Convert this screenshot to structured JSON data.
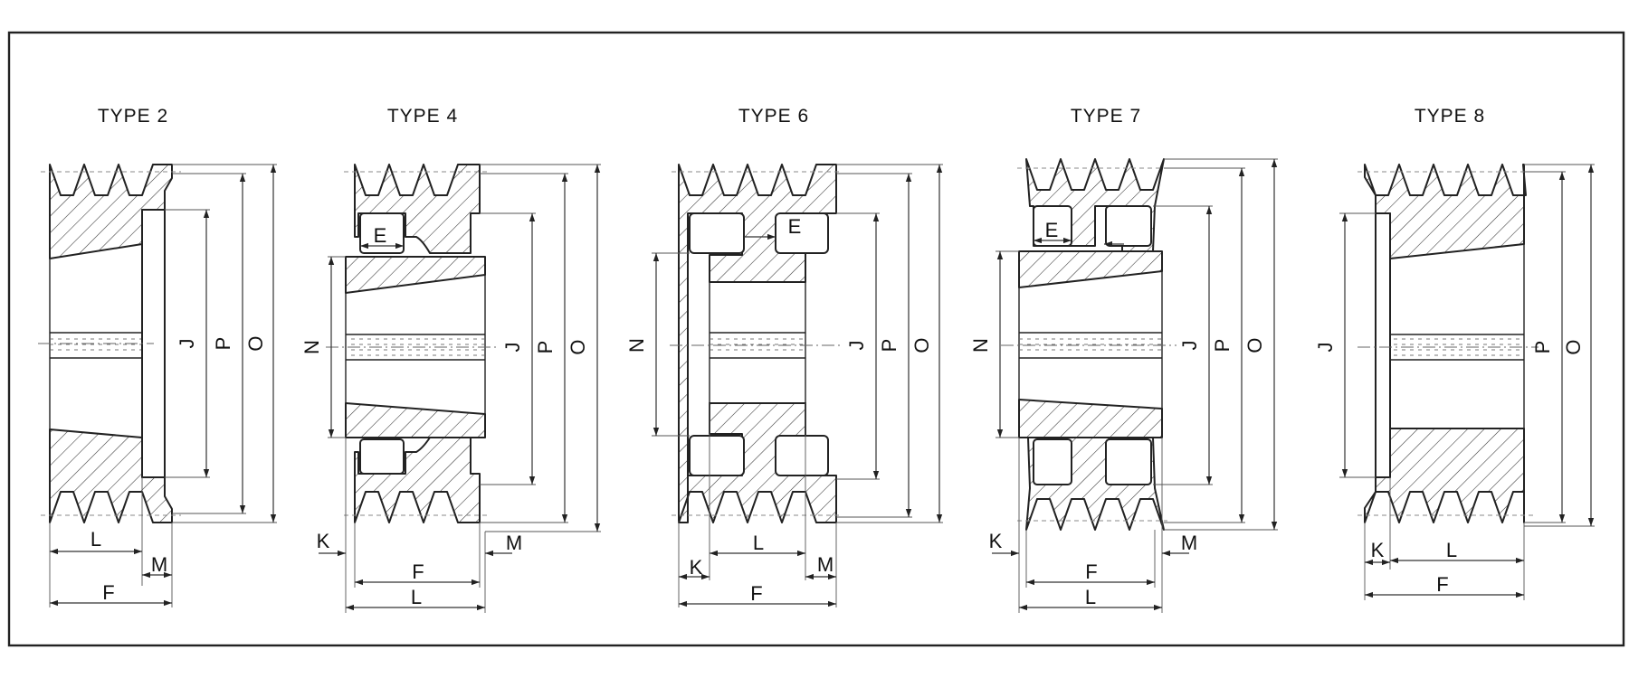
{
  "diagrams": [
    {
      "title": "TYPE 2",
      "labels": {
        "J": "J",
        "P": "P",
        "O": "O",
        "L": "L",
        "M": "M",
        "F": "F"
      }
    },
    {
      "title": "TYPE 4",
      "labels": {
        "E": "E",
        "N": "N",
        "J": "J",
        "P": "P",
        "O": "O",
        "K": "K",
        "M": "M",
        "F": "F",
        "L": "L"
      }
    },
    {
      "title": "TYPE 6",
      "labels": {
        "E": "E",
        "N": "N",
        "J": "J",
        "P": "P",
        "O": "O",
        "L": "L",
        "K": "K",
        "M": "M",
        "F": "F"
      }
    },
    {
      "title": "TYPE 7",
      "labels": {
        "E": "E",
        "N": "N",
        "J": "J",
        "P": "P",
        "O": "O",
        "K": "K",
        "M": "M",
        "F": "F",
        "L": "L"
      }
    },
    {
      "title": "TYPE 8",
      "labels": {
        "J": "J",
        "P": "P",
        "O": "O",
        "K": "K",
        "L": "L",
        "F": "F"
      }
    }
  ]
}
